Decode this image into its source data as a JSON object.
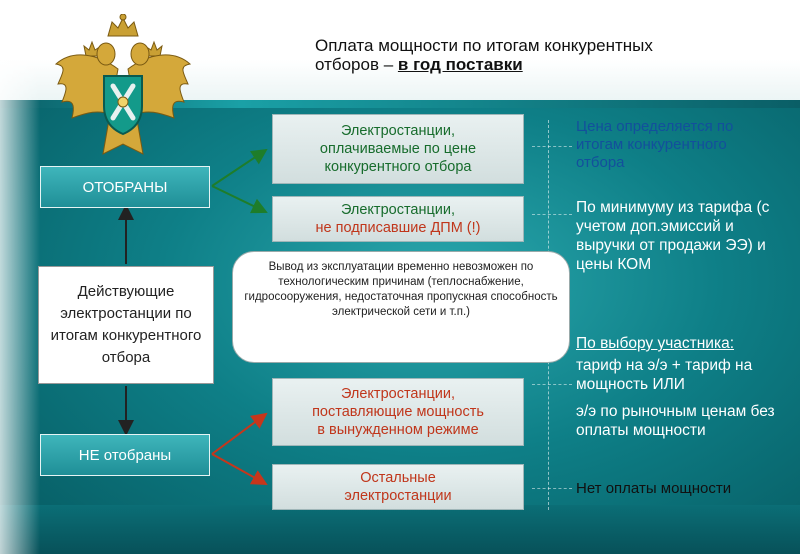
{
  "title": {
    "line1": "Оплата мощности по итогам конкурентных",
    "line2_prefix": "отборов – ",
    "line2_emph": "в год поставки"
  },
  "emblem": {
    "name": "eagle-emblem-icon"
  },
  "left": {
    "selected_label": "ОТОБРАНЫ",
    "not_selected_label": "НЕ отобраны",
    "operating_label": "Действующие электростанции по итогам конкурентного отбора"
  },
  "middle": {
    "box1": {
      "line1": "Электростанции,",
      "line2": "оплачиваемые по цене",
      "line3": "конкурентного отбора"
    },
    "box2": {
      "line1": "Электростанции,",
      "line2": "не подписавшие ДПМ (!)"
    },
    "box3": {
      "line1": "Электростанции,",
      "line2": "поставляющие мощность",
      "line3": "в вынужденном режиме"
    },
    "box4": {
      "line1": "Остальные",
      "line2": "электростанции"
    },
    "callout": "Вывод из эксплуатации временно невозможен по технологическим причинам (теплоснабжение, гидросооружения, недостаточная пропускная способность электрической сети и т.п.)"
  },
  "right": {
    "text1": "Цена определяется по итогам конкурентного отбора",
    "text2": "По минимуму из тарифа (с учетом доп.эмиссий и выручки от продажи ЭЭ) и цены КОМ",
    "text3_head": "По выбору участника:",
    "text3_a": "тариф на э/э + тариф на мощность ИЛИ",
    "text3_b": "э/э по рыночным ценам без оплаты мощности",
    "text4": "Нет оплаты мощности"
  },
  "colors": {
    "teal": "#1f8f97",
    "green_arrow": "#1e7d2a",
    "red_arrow": "#c7361b",
    "blue_text": "#134f9c"
  }
}
